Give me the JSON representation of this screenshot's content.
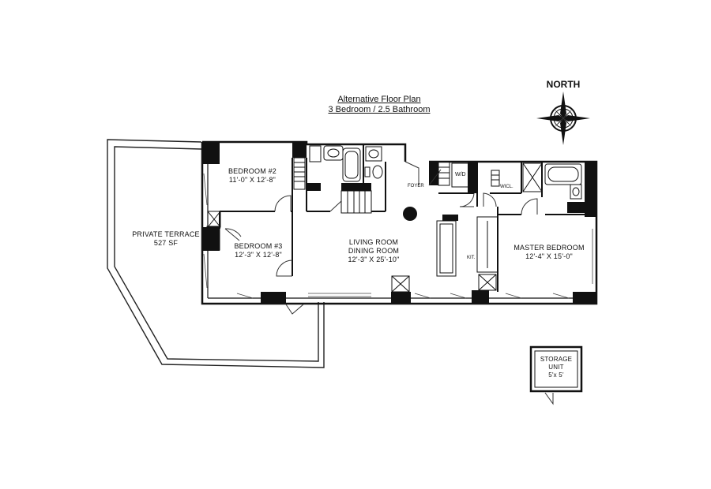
{
  "plan": {
    "title": "Alternative Floor Plan",
    "subtitle": "3 Bedroom / 2.5 Bathroom"
  },
  "compass": {
    "label": "NORTH"
  },
  "rooms": {
    "terrace": {
      "name": "PRIVATE TERRACE",
      "area": "527 SF"
    },
    "bedroom2": {
      "name": "BEDROOM #2",
      "dims": "11'-0\" X 12'-8\""
    },
    "bedroom3": {
      "name": "BEDROOM #3",
      "dims": "12'-3\" X 12'-8\""
    },
    "living": {
      "name": "LIVING ROOM",
      "name2": "DINING ROOM",
      "dims": "12'-3\" X 25'-10\""
    },
    "master": {
      "name": "MASTER BEDROOM",
      "dims": "12'-4\" X 15'-0\""
    },
    "storage": {
      "name": "STORAGE",
      "name2": "UNIT",
      "dims": "5'x 5'"
    }
  },
  "labels": {
    "foyer": "FOYER",
    "wd": "W/D",
    "wicl": "WICL.",
    "kit": "KIT."
  }
}
